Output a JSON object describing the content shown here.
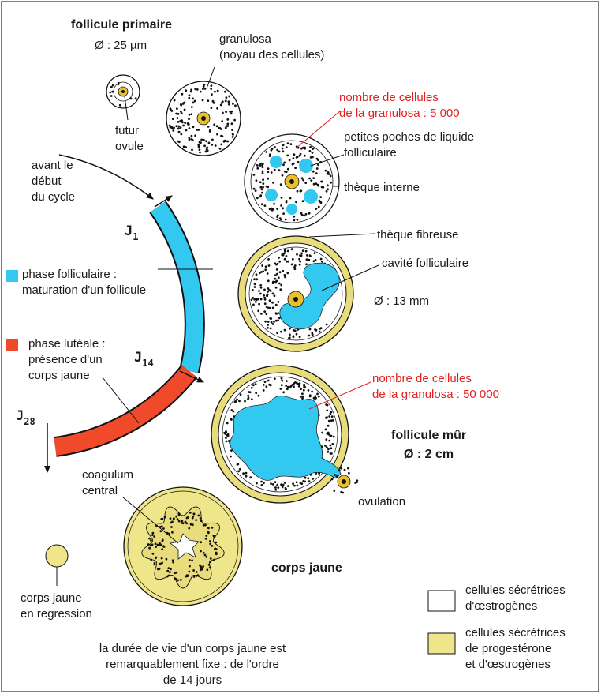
{
  "labels": {
    "follicule_primaire": "follicule primaire",
    "diam_primaire": "Ø : 25 µm",
    "granulosa_1": "granulosa",
    "granulosa_2": "(noyau des cellules)",
    "futur_1": "futur",
    "futur_2": "ovule",
    "avant_1": "avant le",
    "avant_2": "début",
    "avant_3": "du cycle",
    "nb_cell_1a": "nombre de cellules",
    "nb_cell_1b": "de la granulosa : 5 000",
    "poches_1": "petites poches de liquide",
    "poches_2": "folliculaire",
    "theque_interne": "thèque interne",
    "theque_fibreuse": "thèque fibreuse",
    "cavite": "cavité folliculaire",
    "diam_13": "Ø : 13 mm",
    "phase_fol_1": "phase folliculaire :",
    "phase_fol_2": "maturation d'un follicule",
    "phase_lut_1": "phase lutéale :",
    "phase_lut_2": "présence d'un",
    "phase_lut_3": "corps jaune",
    "nb_cell_2a": "nombre de cellules",
    "nb_cell_2b": "de la granulosa : 50 000",
    "follicule_mur": "follicule mûr",
    "diam_mur": "Ø : 2 cm",
    "ovulation": "ovulation",
    "coagulum_1": "coagulum",
    "coagulum_2": "central",
    "corps_jaune": "corps jaune",
    "regression_1": "corps jaune",
    "regression_2": "en regression",
    "duree_1": "la durée de vie d'un corps jaune est",
    "duree_2": "remarquablement fixe : de l'ordre",
    "duree_3": "de 14 jours",
    "legend_white_1": "cellules sécrétrices",
    "legend_white_2": "d'œstrogènes",
    "legend_yellow_1": "cellules sécrétrices",
    "legend_yellow_2": "de progestérone",
    "legend_yellow_3": "et d'œstrogènes"
  },
  "days": {
    "j1_letter": "J",
    "j1_sub": "1",
    "j14_letter": "J",
    "j14_sub": "14",
    "j28_letter": "J",
    "j28_sub": "28"
  },
  "colors": {
    "follicular_phase": "#33c8f0",
    "luteal_phase": "#f04a2a",
    "yellow_cells": "#efe58a",
    "yellow_ring": "#e8dc7c",
    "oocyte": "#e8c030",
    "annotation_red": "#e41f1f"
  }
}
